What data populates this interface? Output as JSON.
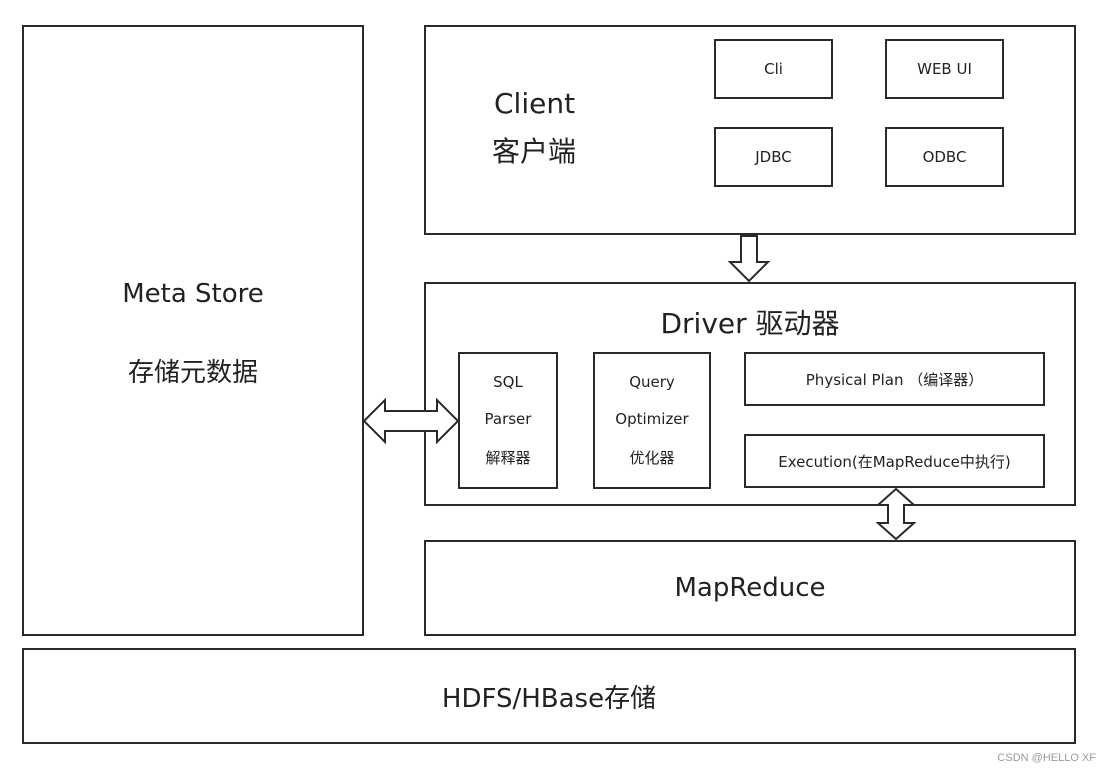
{
  "metastore": {
    "title": "Meta Store",
    "subtitle": "存储元数据"
  },
  "client": {
    "title": "Client",
    "subtitle": "客户端",
    "items": [
      "Cli",
      "WEB UI",
      "JDBC",
      "ODBC"
    ]
  },
  "driver": {
    "title": "Driver 驱动器",
    "parser": [
      "SQL",
      "Parser",
      "解释器"
    ],
    "optimizer": [
      "Query",
      "Optimizer",
      "优化器"
    ],
    "physical_plan": "Physical Plan （编译器）",
    "execution": "Execution(在MapReduce中执行)"
  },
  "mapreduce": {
    "label": "MapReduce"
  },
  "storage": {
    "label": "HDFS/HBase存储"
  },
  "watermark": "CSDN @HELLO XF"
}
